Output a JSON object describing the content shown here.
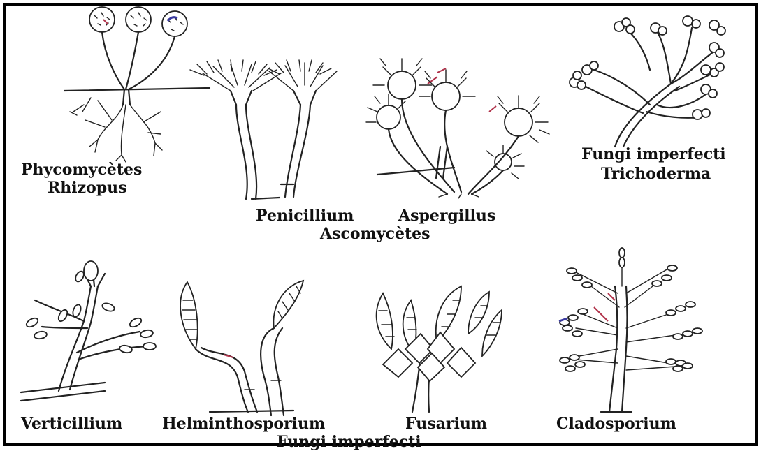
{
  "labels": {
    "phycomycetes": "Phycomycètes",
    "rhizopus": "Rhizopus",
    "penicillium": "Penicillium",
    "aspergillus": "Aspergillus",
    "ascomycetes": "Ascomycètes",
    "fungi_imperfecti_top": "Fungi imperfecti",
    "trichoderma": "Trichoderma",
    "verticillium": "Verticillium",
    "helminthosporium": "Helminthosporium",
    "fusarium": "Fusarium",
    "cladosporium": "Cladosporium",
    "fungi_imperfecti_bottom": "Fungi imperfecti"
  },
  "colors": {
    "ink": "#222222",
    "accent_red": "#b0324a",
    "accent_blue": "#3a3aa0"
  }
}
